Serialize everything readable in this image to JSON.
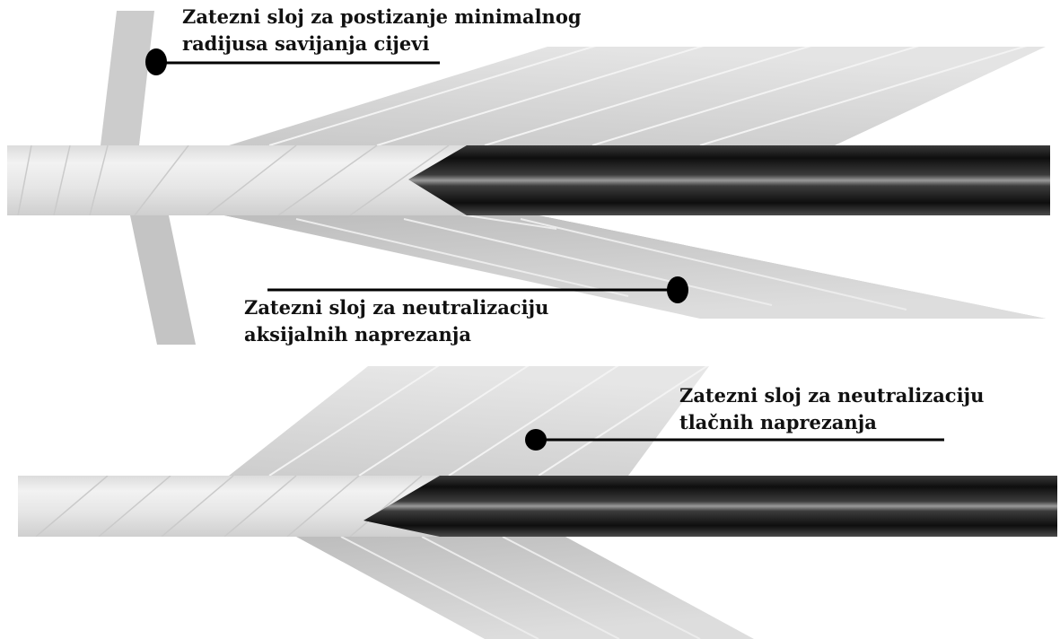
{
  "labels": {
    "minimal_bend_radius_layer": {
      "line1": "Zatezni sloj za postizanje minimalnog",
      "line2": "radijusa savijanja cijevi"
    },
    "axial_stress_layer": {
      "line1": "Zatezni sloj za neutralizaciju",
      "line2": "aksijalnih naprezanja"
    },
    "compressive_stress_layer": {
      "line1": "Zatezni sloj za neutralizaciju",
      "line2": "tlačnih naprezanja"
    }
  },
  "colors": {
    "tape_light": "#e2e2e2",
    "tape_mid": "#cfcfcf",
    "tape_stripe": "#f4f4f4",
    "pipe_dark": "#1e1e1e",
    "pipe_highlight": "#8f8f8f",
    "pipe_outer_wrap": "#ececec",
    "leader_line": "#000000"
  }
}
